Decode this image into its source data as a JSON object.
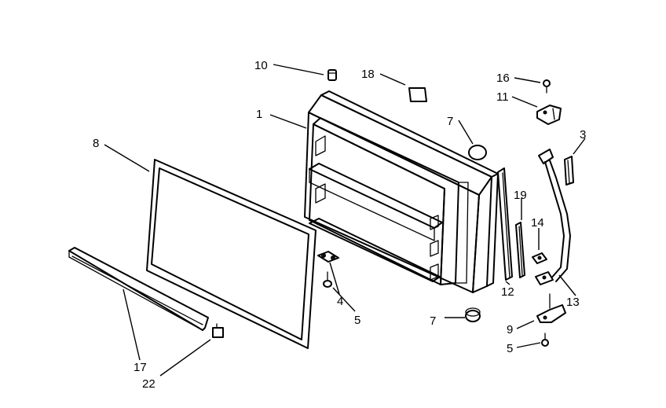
{
  "diagram": {
    "parts": [
      {
        "key": "door_liner",
        "number": "1"
      },
      {
        "key": "handle_trim",
        "number": "3"
      },
      {
        "key": "bottom_hinge_plate",
        "number": "4"
      },
      {
        "key": "hinge_screw_left",
        "number": "5"
      },
      {
        "key": "hinge_screw_right",
        "number": "5"
      },
      {
        "key": "door_stop_top",
        "number": "7"
      },
      {
        "key": "door_stop_bottom",
        "number": "7"
      },
      {
        "key": "door_gasket",
        "number": "8"
      },
      {
        "key": "bottom_hinge",
        "number": "9"
      },
      {
        "key": "top_plug",
        "number": "10"
      },
      {
        "key": "top_hinge",
        "number": "11"
      },
      {
        "key": "handle",
        "number": "12"
      },
      {
        "key": "handle_strip",
        "number": "13"
      },
      {
        "key": "handle_insert",
        "number": "14"
      },
      {
        "key": "hinge_screw_top",
        "number": "16"
      },
      {
        "key": "base_grille",
        "number": "17"
      },
      {
        "key": "label_plate",
        "number": "18"
      },
      {
        "key": "trim_strip",
        "number": "19"
      },
      {
        "key": "grille_clip",
        "number": "22"
      }
    ]
  }
}
